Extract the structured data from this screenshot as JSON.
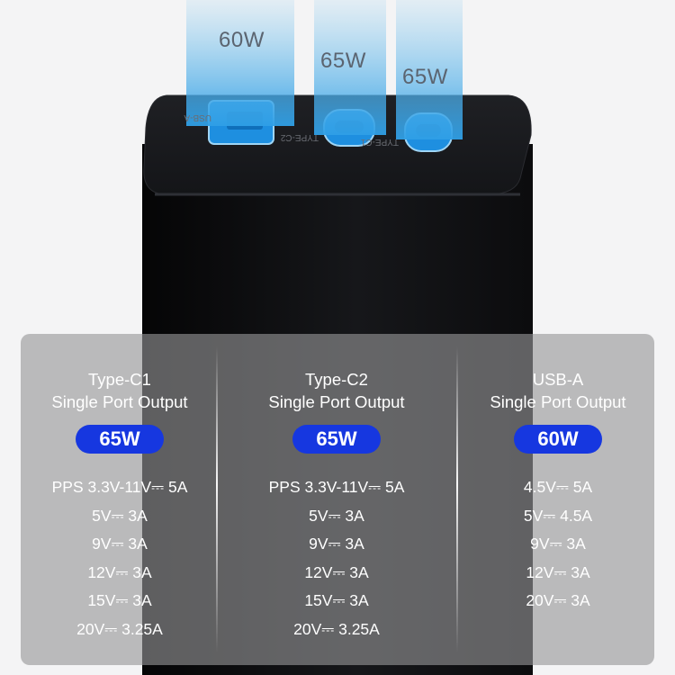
{
  "beams": [
    {
      "label": "60W"
    },
    {
      "label": "65W"
    },
    {
      "label": "65W"
    }
  ],
  "ports": [
    {
      "label": "USB-A"
    },
    {
      "label": "TYPE-C2"
    },
    {
      "label": "TYPE-C1"
    }
  ],
  "panel": {
    "columns": [
      {
        "title": "Type-C1\nSingle Port Output",
        "badge": "65W",
        "specs": [
          "PPS 3.3V-11V⎓ 5A",
          "5V⎓ 3A",
          "9V⎓ 3A",
          "12V⎓ 3A",
          "15V⎓ 3A",
          "20V⎓ 3.25A"
        ]
      },
      {
        "title": "Type-C2\nSingle Port Output",
        "badge": "65W",
        "specs": [
          "PPS 3.3V-11V⎓ 5A",
          "5V⎓ 3A",
          "9V⎓ 3A",
          "12V⎓ 3A",
          "15V⎓ 3A",
          "20V⎓ 3.25A"
        ]
      },
      {
        "title": "USB-A\nSingle Port Output",
        "badge": "60W",
        "specs": [
          "4.5V⎓ 5A",
          "5V⎓ 4.5A",
          "9V⎓ 3A",
          "12V⎓ 3A",
          "20V⎓ 3A"
        ]
      }
    ]
  },
  "colors": {
    "badge": "#1637e0",
    "beam": "#2fa6e8",
    "charger_body": "#111214"
  }
}
